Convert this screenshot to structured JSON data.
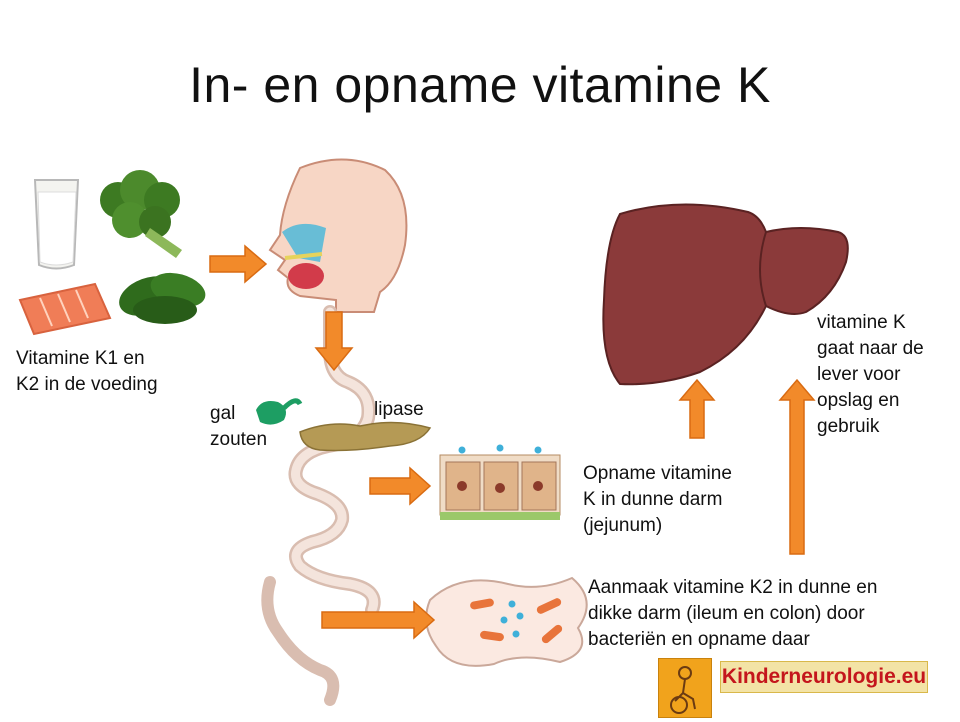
{
  "title": "In- en opname vitamine K",
  "labels": {
    "food": "Vitamine K1 en\nK2 in de voeding",
    "bile": "gal\nzouten",
    "lipase": "lipase",
    "uptake": "Opname vitamine\nK in dunne darm\n(jejunum)",
    "production": "Aanmaak vitamine K2 in dunne en\ndikke darm (ileum en colon) door\nbacteriën en opname daar",
    "liver": "vitamine K\ngaat naar de\nlever voor\nopslag en\ngebruik"
  },
  "logo": {
    "text": "Kinderneurologie.eu"
  },
  "colors": {
    "arrow": "#f28a2a",
    "arrow_stroke": "#d96b12",
    "liver": "#8b3a3a",
    "bile": "#1d9e63",
    "pancreas": "#b59a55",
    "cells": "#e0b48a",
    "bacteria": "#e8743b",
    "droplet": "#3fb0d9"
  },
  "icons": [
    "milk-glass-icon",
    "broccoli-icon",
    "salmon-icon",
    "spinach-icon",
    "head-icon",
    "digestive-tract-icon",
    "liver-icon",
    "intestinal-cells-icon",
    "colon-bacteria-icon",
    "logo-figure-icon"
  ]
}
